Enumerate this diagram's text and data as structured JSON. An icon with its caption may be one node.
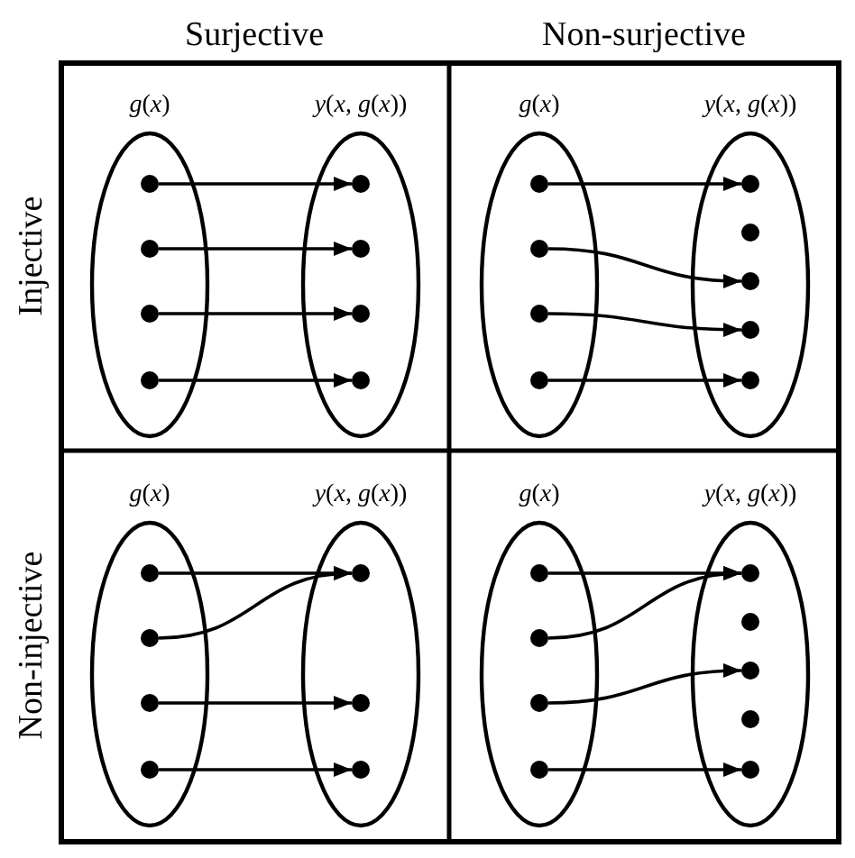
{
  "diagram": {
    "nodes": [
      {
        "text": [
          "*g*(*x*)"
        ]
      },
      {
        "text": [],
        "shape": "circle",
        "in": 0
      },
      {
        "text": [],
        "shape": "circle",
        "in": 0
      },
      {
        "text": [],
        "shape": "circle",
        "in": 0
      },
      {
        "text": [],
        "shape": "circle",
        "in": 0
      },
      {
        "text": [
          "*y*(*x*, *g*(*x*))"
        ]
      },
      {
        "text": [],
        "shape": "circle",
        "in": 5
      },
      {
        "text": [],
        "shape": "circle",
        "in": 5
      },
      {
        "text": [],
        "shape": "circle",
        "in": 5
      },
      {
        "text": [],
        "shape": "circle",
        "in": 5
      },
      {
        "text": [
          "*g*(*x*)"
        ]
      },
      {
        "text": [],
        "shape": "circle",
        "in": 10
      },
      {
        "text": [],
        "shape": "circle",
        "in": 10
      },
      {
        "text": [],
        "shape": "circle",
        "in": 10
      },
      {
        "text": [],
        "shape": "circle",
        "in": 10
      },
      {
        "text": [
          "*y*(*x*, *g*(*x*))"
        ]
      },
      {
        "text": [],
        "shape": "circle",
        "in": 15
      },
      {
        "text": [],
        "shape": "circle",
        "in": 15
      },
      {
        "text": [],
        "shape": "circle",
        "in": 15
      },
      {
        "text": [],
        "shape": "circle",
        "in": 15
      },
      {
        "text": [],
        "shape": "circle",
        "in": 15
      },
      {
        "text": [
          "*g*(*x*)"
        ]
      },
      {
        "text": [],
        "shape": "circle",
        "in": 21
      },
      {
        "text": [],
        "shape": "circle",
        "in": 21
      },
      {
        "text": [],
        "shape": "circle",
        "in": 21
      },
      {
        "text": [],
        "shape": "circle",
        "in": 21
      },
      {
        "text": [
          "*y*(*x*, *g*(*x*))"
        ]
      },
      {
        "text": [],
        "shape": "circle",
        "in": 26
      },
      {
        "text": [],
        "shape": "circle",
        "in": 26
      },
      {
        "text": [],
        "shape": "circle",
        "in": 26
      },
      {
        "text": [
          "*g*(*x*)"
        ]
      },
      {
        "text": [],
        "shape": "circle",
        "in": 30
      },
      {
        "text": [],
        "shape": "circle",
        "in": 30
      },
      {
        "text": [],
        "shape": "circle",
        "in": 30
      },
      {
        "text": [],
        "shape": "circle",
        "in": 30
      },
      {
        "text": [
          "*y*(*x*, *g*(*x*))"
        ]
      },
      {
        "text": [],
        "shape": "circle",
        "in": 35
      },
      {
        "text": [],
        "shape": "circle",
        "in": 35
      },
      {
        "text": [],
        "shape": "circle",
        "in": 35
      },
      {
        "text": [],
        "shape": "circle",
        "in": 35
      },
      {
        "text": [],
        "shape": "circle",
        "in": 35
      }
    ],
    "edges": [
      {
        "from": 1,
        "to": 6,
        "arrow": "to"
      },
      {
        "from": 2,
        "to": 7,
        "arrow": "to"
      },
      {
        "from": 3,
        "to": 8,
        "arrow": "to"
      },
      {
        "from": 4,
        "to": 9,
        "arrow": "to"
      },
      {
        "from": 11,
        "to": 16,
        "arrow": "to"
      },
      {
        "from": 12,
        "to": 18,
        "arrow": "to"
      },
      {
        "from": 13,
        "to": 19,
        "arrow": "to"
      },
      {
        "from": 14,
        "to": 20,
        "arrow": "to"
      },
      {
        "from": 22,
        "to": 27,
        "arrow": "to"
      },
      {
        "from": 23,
        "to": 27,
        "arrow": "to"
      },
      {
        "from": 24,
        "to": 28,
        "arrow": "to"
      },
      {
        "from": 25,
        "to": 29,
        "arrow": "to"
      },
      {
        "from": 31,
        "to": 36,
        "arrow": "to"
      },
      {
        "from": 32,
        "to": 36,
        "arrow": "to"
      },
      {
        "from": 33,
        "to": 38,
        "arrow": "to"
      },
      {
        "from": 34,
        "to": 40,
        "arrow": "to"
      }
    ],
    "labels": [
      "Surjective",
      "Non-surjective",
      "Injective",
      "Non-injective"
    ]
  }
}
